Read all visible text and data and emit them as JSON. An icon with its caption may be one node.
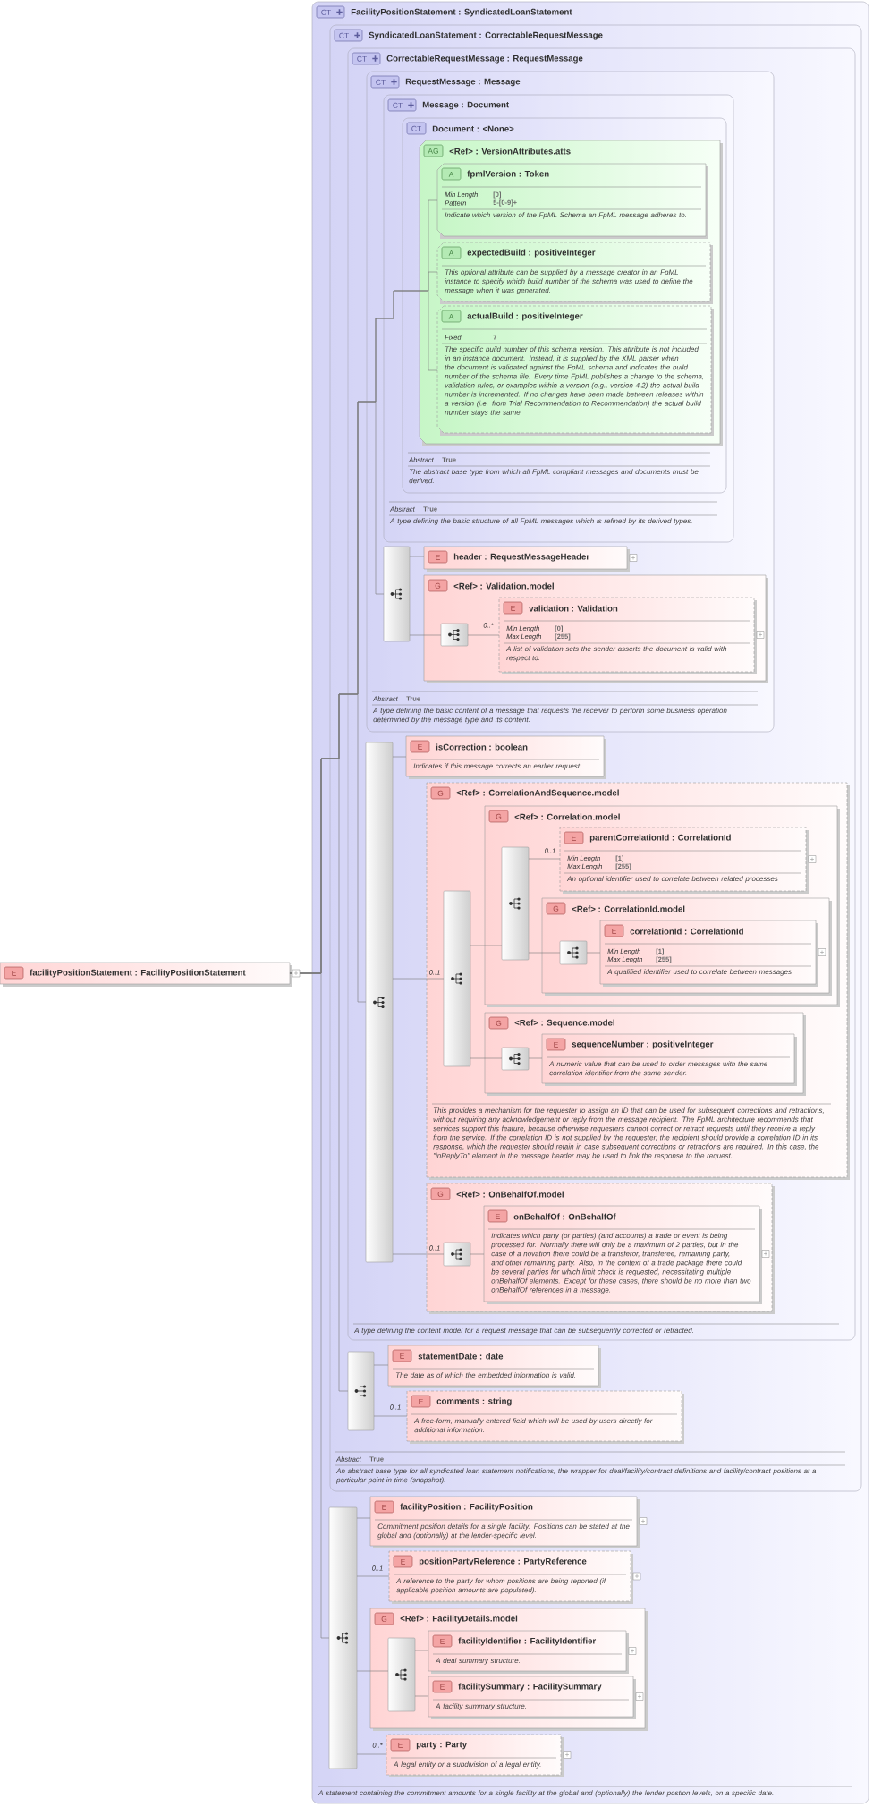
{
  "diagram": {
    "nodes": [
      {
        "text": [
          "E",
          "facilityPositionStatement : FacilityPositionStatement"
        ]
      },
      {
        "text": [
          "CT",
          "FacilityPositionStatement : SyndicatedLoanStatement",
          "A statement containing the commitment amounts for a single facility at the global and (optionally) the lender postion levels, on a specific date."
        ]
      },
      {
        "text": [
          "CT",
          "SyndicatedLoanStatement : CorrectableRequestMessage",
          "Abstract",
          "True",
          "An abstract base type for all syndicated loan statement notifications; the wrapper for deal/facility/contract definitions and facility/contract positions at a particular point in time (snapshot)."
        ],
        "in": 1
      },
      {
        "text": [
          "CT",
          "CorrectableRequestMessage : RequestMessage",
          "A type defining the content model for a request message that can be subsequently corrected or retracted."
        ],
        "in": 2
      },
      {
        "text": [
          "CT",
          "RequestMessage : Message",
          "Abstract",
          "True",
          "A type defining the basic content of a message that requests the receiver to perform some business operation determined by the message type and its content."
        ],
        "in": 3
      },
      {
        "text": [
          "CT",
          "Message : Document",
          "Abstract",
          "True",
          "A type defining the basic structure of all FpML messages which is refined by its derived types."
        ],
        "in": 4
      },
      {
        "text": [
          "CT",
          "Document : <None>",
          "Abstract",
          "True",
          "The abstract base type from which all FpML compliant messages and documents must be derived."
        ],
        "in": 5
      },
      {
        "text": [
          "AG",
          "<Ref> : VersionAttributes.atts"
        ],
        "in": 6
      },
      {
        "text": [
          "A",
          "fpmlVersion : Token",
          "Min Length",
          "[0]",
          "Pattern",
          "5-[0-9]+",
          "Indicate which version of the FpML Schema an FpML message adheres to."
        ],
        "in": 7
      },
      {
        "text": [
          "A",
          "expectedBuild : positiveInteger",
          "This optional attribute can be supplied by a message creator in an FpML instance to specify which build number of the schema was used to define the message when it was generated."
        ],
        "in": 7
      },
      {
        "text": [
          "A",
          "actualBuild : positiveInteger",
          "Fixed",
          "7",
          "The specific build number of this schema version. This attribute is not included in an instance document. Instead, it is supplied by the XML parser when the document is validated against the FpML schema and indicates the build number of the schema file. Every time FpML publishes a change to the schema, validation rules, or examples within a version (e.g., version 4.2) the actual build number is incremented. If no changes have been made between releases within a version (i.e. from Trial Recommendation to Recommendation) the actual build number stays the same."
        ],
        "in": 7
      },
      {
        "text": [],
        "shape": "bar",
        "in": 4
      },
      {
        "text": [
          "E",
          "header : RequestMessageHeader"
        ],
        "in": 4
      },
      {
        "text": [
          "G",
          "<Ref> : Validation.model"
        ],
        "in": 4
      },
      {
        "text": [],
        "shape": "bar",
        "in": 13
      },
      {
        "text": [
          "E",
          "validation : Validation",
          "Min Length",
          "[0]",
          "Max Length",
          "[255]",
          "A list of validation sets the sender asserts the document is valid with respect to."
        ],
        "in": 13
      },
      {
        "text": [],
        "shape": "bar",
        "in": 3
      },
      {
        "text": [
          "E",
          "isCorrection : boolean",
          "Indicates if this message corrects an earlier request."
        ],
        "in": 3
      },
      {
        "text": [
          "G",
          "<Ref> : CorrelationAndSequence.model",
          "This provides a mechanism for the requester to assign an ID that can be used for subsequent corrections and retractions, without requiring any acknowledgement or reply from the message recipient. The FpML architecture recommends that services support this feature, because otherwise requesters cannot correct or retract requests until they receive a reply from the service. If the correlation ID is not supplied by the requester, the recipient should provide a correlation ID in its response, which the requester should retain in case subsequent corrections or retractions are required. In this case, the \"inReplyTo\" element in the message header may be used to link the response to the request."
        ],
        "in": 3
      },
      {
        "text": [],
        "shape": "bar",
        "in": 18
      },
      {
        "text": [
          "G",
          "<Ref> : Correlation.model"
        ],
        "in": 18
      },
      {
        "text": [],
        "shape": "bar",
        "in": 20
      },
      {
        "text": [
          "E",
          "parentCorrelationId : CorrelationId",
          "Min Length",
          "[1]",
          "Max Length",
          "[255]",
          "An optional identifier used to correlate between related processes"
        ],
        "in": 20
      },
      {
        "text": [
          "G",
          "<Ref> : CorrelationId.model"
        ],
        "in": 20
      },
      {
        "text": [],
        "shape": "bar",
        "in": 23
      },
      {
        "text": [
          "E",
          "correlationId : CorrelationId",
          "Min Length",
          "[1]",
          "Max Length",
          "[255]",
          "A qualified identifier used to correlate between messages"
        ],
        "in": 23
      },
      {
        "text": [
          "G",
          "<Ref> : Sequence.model"
        ],
        "in": 18
      },
      {
        "text": [],
        "shape": "bar",
        "in": 26
      },
      {
        "text": [
          "E",
          "sequenceNumber : positiveInteger",
          "A numeric value that can be used to order messages with the same correlation identifier from the same sender."
        ],
        "in": 26
      },
      {
        "text": [
          "G",
          "<Ref> : OnBehalfOf.model"
        ],
        "in": 3
      },
      {
        "text": [],
        "shape": "bar",
        "in": 29
      },
      {
        "text": [
          "E",
          "onBehalfOf : OnBehalfOf",
          "Indicates which party (or parties) (and accounts) a trade or event is being processed for. Normally there will only be a maximum of 2 parties, but in the case of a novation there could be a transferor, transferee, remaining party, and other remaining party. Also, in the context of a trade package there could be several parties for which limit check is requested, necessitating multiple onBehalfOf elements. Except for these cases, there should be no more than two onBehalfOf references in a message."
        ],
        "in": 29
      },
      {
        "text": [],
        "shape": "bar",
        "in": 2
      },
      {
        "text": [
          "E",
          "statementDate : date",
          "The date as of which the embedded information is valid."
        ],
        "in": 2
      },
      {
        "text": [
          "E",
          "comments : string",
          "A free-form, manually entered field which will be used by users directly for additional information."
        ],
        "in": 2
      },
      {
        "text": [],
        "shape": "bar",
        "in": 1
      },
      {
        "text": [
          "E",
          "facilityPosition : FacilityPosition",
          "Commitment position details for a single facility. Positions can be stated at the global and (optionally) at the lender-specific level."
        ],
        "in": 1
      },
      {
        "text": [
          "E",
          "positionPartyReference : PartyReference",
          "A reference to the party for whom positions are being reported (if applicable position amounts are populated)."
        ],
        "in": 1
      },
      {
        "text": [
          "G",
          "<Ref> : FacilityDetails.model"
        ],
        "in": 1
      },
      {
        "text": [],
        "shape": "bar",
        "in": 38
      },
      {
        "text": [
          "E",
          "facilityIdentifier : FacilityIdentifier",
          "A deal summary structure."
        ],
        "in": 38
      },
      {
        "text": [
          "E",
          "facilitySummary : FacilitySummary",
          "A facility summary structure."
        ],
        "in": 38
      },
      {
        "text": [
          "E",
          "party : Party",
          "A legal entity or a subdivision of a legal entity."
        ],
        "in": 1
      }
    ],
    "edges": [
      {
        "from": 0,
        "to": 8,
        "arrow": "none"
      },
      {
        "from": 0,
        "to": 9,
        "arrow": "none"
      },
      {
        "from": 0,
        "to": 10,
        "arrow": "none"
      },
      {
        "from": 0,
        "to": 11,
        "arrow": "none"
      },
      {
        "from": 0,
        "to": 16,
        "arrow": "none"
      },
      {
        "from": 0,
        "to": 32,
        "arrow": "none"
      },
      {
        "from": 0,
        "to": 35,
        "arrow": "none"
      },
      {
        "from": 11,
        "to": 12,
        "arrow": "none"
      },
      {
        "from": 11,
        "to": 14,
        "arrow": "none"
      },
      {
        "from": 14,
        "to": 15,
        "arrow": "none",
        "label": "0..*"
      },
      {
        "from": 16,
        "to": 17,
        "arrow": "none"
      },
      {
        "from": 16,
        "to": 19,
        "arrow": "none",
        "label": "0..1"
      },
      {
        "from": 16,
        "to": 30,
        "arrow": "none",
        "label": "0..1"
      },
      {
        "from": 19,
        "to": 21,
        "arrow": "none"
      },
      {
        "from": 19,
        "to": 27,
        "arrow": "none"
      },
      {
        "from": 21,
        "to": 22,
        "arrow": "none",
        "label": "0..1"
      },
      {
        "from": 21,
        "to": 24,
        "arrow": "none"
      },
      {
        "from": 24,
        "to": 25,
        "arrow": "none"
      },
      {
        "from": 27,
        "to": 28,
        "arrow": "none"
      },
      {
        "from": 30,
        "to": 31,
        "arrow": "none"
      },
      {
        "from": 32,
        "to": 33,
        "arrow": "none"
      },
      {
        "from": 32,
        "to": 34,
        "arrow": "none",
        "label": "0..1"
      },
      {
        "from": 35,
        "to": 36,
        "arrow": "none"
      },
      {
        "from": 35,
        "to": 37,
        "arrow": "none",
        "label": "0..1"
      },
      {
        "from": 35,
        "to": 39,
        "arrow": "none"
      },
      {
        "from": 39,
        "to": 40,
        "arrow": "none"
      },
      {
        "from": 39,
        "to": 41,
        "arrow": "none"
      },
      {
        "from": 35,
        "to": 42,
        "arrow": "none",
        "label": "0..*"
      }
    ]
  }
}
